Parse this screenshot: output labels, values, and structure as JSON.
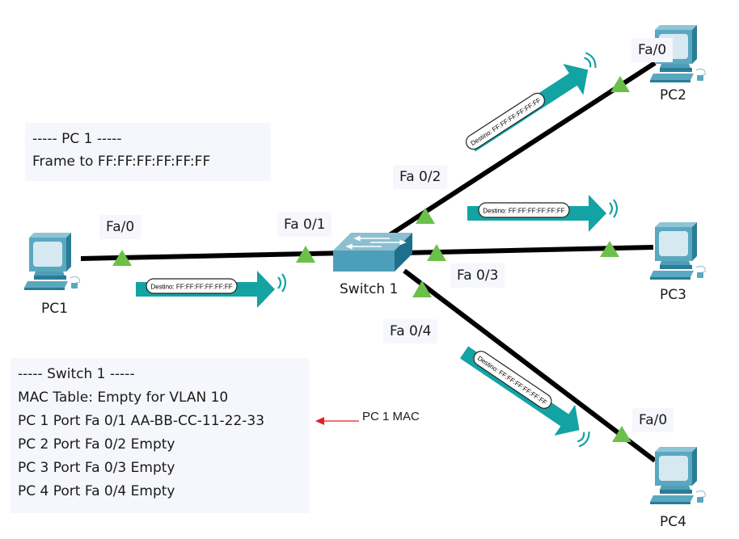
{
  "devices": {
    "pc1": {
      "label": "PC1"
    },
    "pc2": {
      "label": "PC2"
    },
    "pc3": {
      "label": "PC3"
    },
    "pc4": {
      "label": "PC4"
    },
    "switch": {
      "label": "Switch 1"
    }
  },
  "ports": {
    "pc1_port": "Fa/0",
    "sw_fa01": "Fa 0/1",
    "sw_fa02": "Fa 0/2",
    "sw_fa03": "Fa 0/3",
    "sw_fa04": "Fa 0/4",
    "pc2_port": "Fa/0",
    "pc4_port": "Fa/0"
  },
  "frames": {
    "frame_label": "Destino: FF:FF:FF:FF:FF:FF"
  },
  "pc1_info": {
    "title": "----- PC 1 -----",
    "line1": "Frame to FF:FF:FF:FF:FF:FF"
  },
  "switch_info": {
    "title": "----- Switch 1 -----",
    "lines": [
      "MAC Table: Empty for VLAN 10",
      "PC 1 Port Fa 0/1 AA-BB-CC-11-22-33",
      "PC 2 Port Fa 0/2 Empty",
      "PC 3 Port Fa 0/3 Empty",
      "PC 4 Port Fa 0/4 Empty"
    ]
  },
  "annotation": {
    "text": "PC 1 MAC"
  },
  "colors": {
    "link": "#000000",
    "port_up": "#6cc04a",
    "frame_arrow": "#13a3a3",
    "device": "#5aa8c0",
    "annotation_arrow": "#e41e1e",
    "box_bg": "#f6f7fc"
  }
}
